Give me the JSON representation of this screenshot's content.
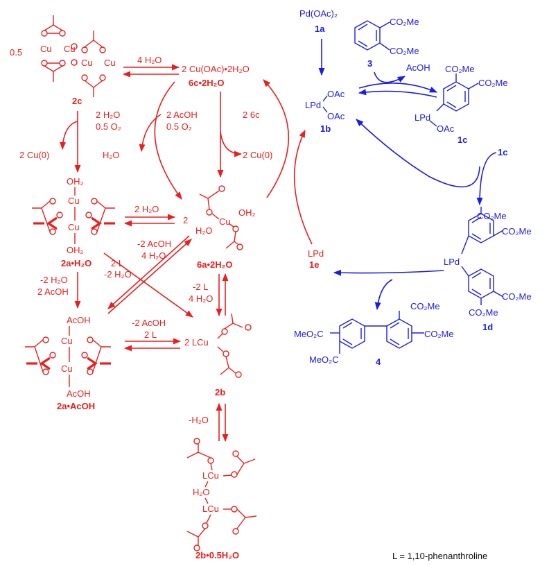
{
  "pd_cycle": {
    "pd_oac2": "Pd(OAc)₂",
    "id_1a": "1a",
    "id_3": "3",
    "acoh": "AcOH",
    "pd_1b_lpd": "LPd",
    "pd_1b_oac_top": "OAc",
    "pd_1b_oac_bot": "OAc",
    "id_1b": "1b",
    "id_1c": "1c",
    "id_1c_reagent": "1c",
    "id_1d": "1d",
    "id_4": "4",
    "lpd_1e": "LPd",
    "id_1e": "1e",
    "lpd_1c": "LPd",
    "oac_1c": "OAc",
    "lpd_1d": "LPd",
    "co2me": "CO₂Me",
    "meo2c": "MeO₂C"
  },
  "cu_cycle": {
    "label_2c": "2c",
    "coef_2c": "0.5",
    "cu_atom": "Cu",
    "four_h2o": "4 H₂O",
    "cu_oac_2h2o": "2 Cu(OAc)•2H₂O",
    "label_6c": "6c•2H₂O",
    "two_h2o_half_o2": "2 H₂O",
    "half_o2": "0.5 O₂",
    "two_acoh_half_o2": "2 AcOH",
    "half_o2_b": "0.5 O₂",
    "two_6c": "2 6c",
    "two_cu0_left": "2 Cu(0)",
    "h2o_out": "H₂O",
    "two_cu0_right": "2 Cu(0)",
    "oh2": "OH₂",
    "label_2a_h2o": "2a•H₂O",
    "two_h2o_mid": "2 H₂O",
    "coef_two": "2",
    "h2o_6a": "H₂O",
    "oh2_6a": "OH₂",
    "cu_6a": "Cu",
    "label_6a": "6a•2H₂O",
    "minus_2acoh_top": "-2 AcOH",
    "four_h2o_b": "4 H₂O",
    "two_l": "2 L",
    "minus_2h2o": "-2 H₂O",
    "minus_2h2o_left": "-2 H₂O",
    "two_acoh_left": "2 AcOH",
    "minus_2l": "-2 L",
    "four_h2o_c": "4 H₂O",
    "acoh_top": "AcOH",
    "acoh_bot": "AcOH",
    "label_2a_acoh": "2a•AcOH",
    "minus_2acoh_b": "-2 AcOH",
    "two_l_b": "2 L",
    "two_lcu": "2 LCu",
    "label_2b": "2b",
    "minus_h2o": "-H₂O",
    "lcu": "LCu",
    "h2o_bridge": "H₂O",
    "label_2b_half": "2b•0.5H₂O"
  },
  "footnote": {
    "ligand": "L = 1,10-phenanthroline"
  },
  "colors": {
    "copper_cycle": "#ee1c1c",
    "palladium_cycle": "#1a1aee",
    "text": "#111111"
  }
}
